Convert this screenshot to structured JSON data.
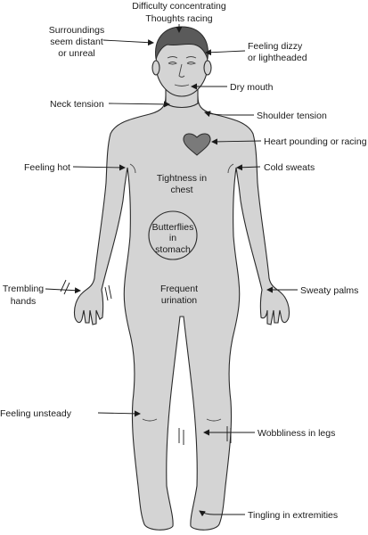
{
  "labels": {
    "difficulty_concentrating": "Difficulty concentrating",
    "thoughts_racing": "Thoughts racing",
    "surroundings_1": "Surroundings",
    "surroundings_2": "seem distant",
    "surroundings_3": "or unreal",
    "feeling_dizzy_1": "Feeling dizzy",
    "feeling_dizzy_2": "or lightheaded",
    "dry_mouth": "Dry mouth",
    "neck_tension": "Neck tension",
    "shoulder_tension": "Shoulder tension",
    "heart_pounding": "Heart pounding or racing",
    "feeling_hot": "Feeling hot",
    "cold_sweats": "Cold sweats",
    "tightness_1": "Tightness in",
    "tightness_2": "chest",
    "butterflies_1": "Butterflies",
    "butterflies_2": "in",
    "butterflies_3": "stomach",
    "trembling_1": "Trembling",
    "trembling_2": "hands",
    "sweaty_palms": "Sweaty palms",
    "frequent_1": "Frequent",
    "frequent_2": "urination",
    "feeling_unsteady": "Feeling unsteady",
    "wobbliness": "Wobbliness in legs",
    "tingling": "Tingling in extremities"
  },
  "colors": {
    "body_fill": "#d4d4d4",
    "heart_fill": "#7a7a7a",
    "hair_fill": "#5a5a5a",
    "line": "#1a1a1a"
  }
}
